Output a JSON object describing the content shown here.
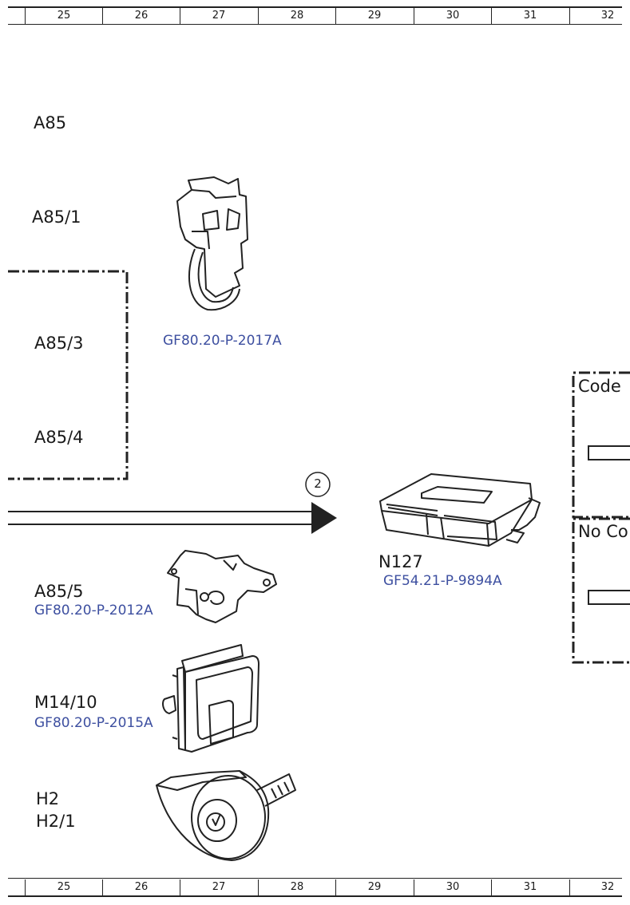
{
  "ruler": {
    "columns": [
      "25",
      "26",
      "27",
      "28",
      "29",
      "30",
      "31",
      "32"
    ]
  },
  "labels": {
    "a85": "A85",
    "a85_1": "A85/1",
    "a85_3": "A85/3",
    "a85_4": "A85/4",
    "a85_5": "A85/5",
    "m14_10": "M14/10",
    "h2": "H2",
    "h2_1": "H2/1",
    "n127": "N127"
  },
  "refs": {
    "a85_1": "GF80.20-P-2017A",
    "a85_5": "GF80.20-P-2012A",
    "m14_10": "GF80.20-P-2015A",
    "n127": "GF54.21-P-9894A"
  },
  "connector": {
    "number": "2"
  },
  "panels": {
    "code": "Code",
    "no_code": "No Co"
  }
}
